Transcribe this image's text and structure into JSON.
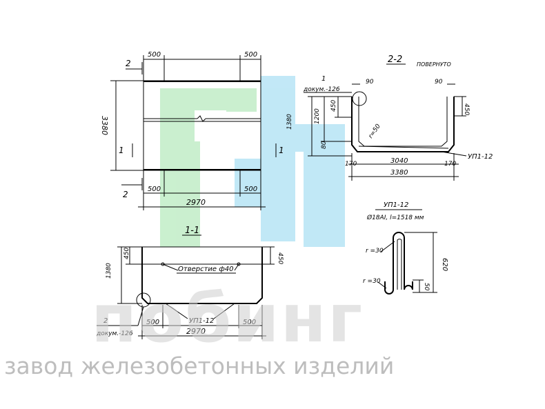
{
  "drawing": {
    "plan": {
      "dims_top": [
        "500",
        "500"
      ],
      "dims_bottom": [
        "500",
        "500"
      ],
      "width_total": "2970",
      "height_total": "3380",
      "cut_top_label": "2",
      "cut_bottom_label": "2",
      "cut_left_label": "1",
      "cut_right_label": "1"
    },
    "section_2_2": {
      "title": "2-2",
      "note": "ПОВЕРНУТО",
      "callout_num": "1",
      "callout_doc": "докум.-126",
      "dim_90_left": "90",
      "dim_90_right": "90",
      "dim_1380": "1380",
      "dim_1200": "1200",
      "dim_450_left": "450",
      "dim_450_right": "450",
      "dim_80": "80",
      "radius": "r=50",
      "dim_170_left": "170",
      "dim_170_right": "170",
      "dim_3040": "3040",
      "dim_3380": "3380",
      "bar_label": "УП1-12"
    },
    "section_1_1": {
      "title": "1-1",
      "dim_450_left": "450",
      "dim_450_right": "450",
      "dim_1380": "1380",
      "hole_label": "Отверстие ф40",
      "callout_num": "2",
      "callout_doc": "докум.-126",
      "dim_500_left": "500",
      "dim_500_right": "500",
      "bar_label": "УП1-12",
      "width_total": "2970"
    },
    "detail_up": {
      "title": "УП1-12",
      "spec": "Ø18АI, l=1518 мм",
      "r_top": "r =30",
      "r_bottom": "r =30",
      "dim_620": "620",
      "dim_50": "50"
    }
  },
  "watermark": {
    "logo_text": "побинг",
    "subtitle": "завод железобетонных изделий"
  }
}
